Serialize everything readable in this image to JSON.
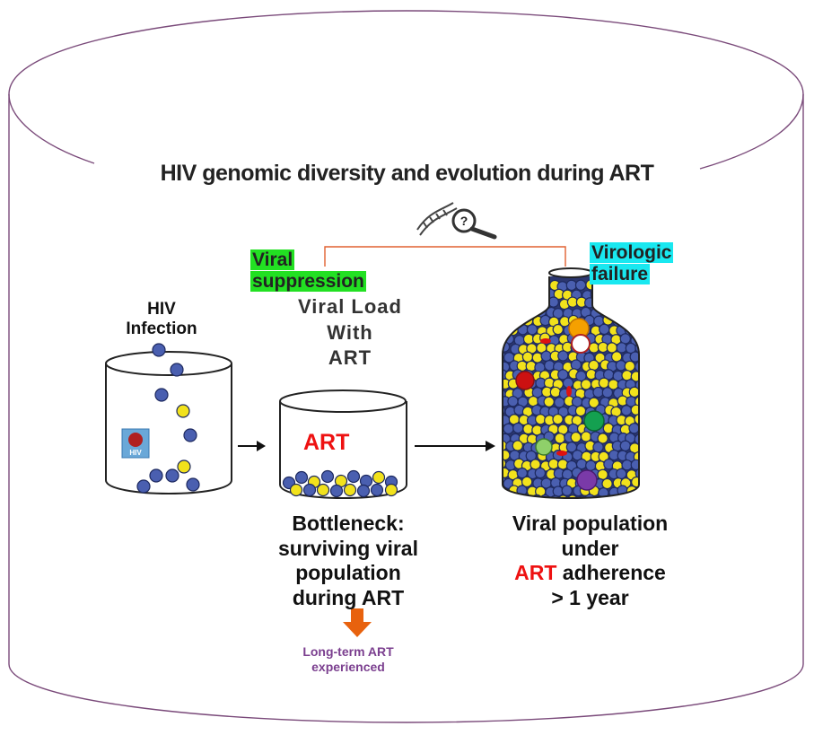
{
  "title": "HIV genomic diversity and evolution during ART",
  "labels": {
    "hiv_infection_line1": "HIV",
    "hiv_infection_line2": "Infection",
    "viral_suppression_line1": "Viral",
    "viral_suppression_line2": "suppression",
    "viral_load_line1": "Viral Load",
    "viral_load_line2": "With",
    "viral_load_line3": "ART",
    "virologic_failure_line1": "Virologic",
    "virologic_failure_line2": "failure",
    "art_inside": "ART",
    "bottleneck_line1": "Bottleneck:",
    "bottleneck_line2": "surviving viral",
    "bottleneck_line3": "population",
    "bottleneck_line4": "during ART",
    "population_line1": "Viral population",
    "population_line2": "under",
    "population_line3_art": "ART",
    "population_line3_rest": " adherence",
    "population_line4": "> 1 year",
    "long_term_line1": "Long-term ART",
    "long_term_line2": "experienced",
    "hiv_icon_text": "HIV",
    "dna_question": "?"
  },
  "colors": {
    "blue_virus": "#4a5fb0",
    "yellow_virus": "#f2e21c",
    "orange_arrow": "#e8620e",
    "bracket": "#e06030",
    "cylinder_outline": "#7a4a7a",
    "highlight_green": "#22e022",
    "highlight_cyan": "#19e8f0",
    "art_red": "#ee1111",
    "long_term_purple": "#7b3f8f"
  },
  "icons": [
    "hiv-virus-icon",
    "dna-magnifier-icon",
    "arrow-right-icon",
    "arrow-down-icon"
  ]
}
